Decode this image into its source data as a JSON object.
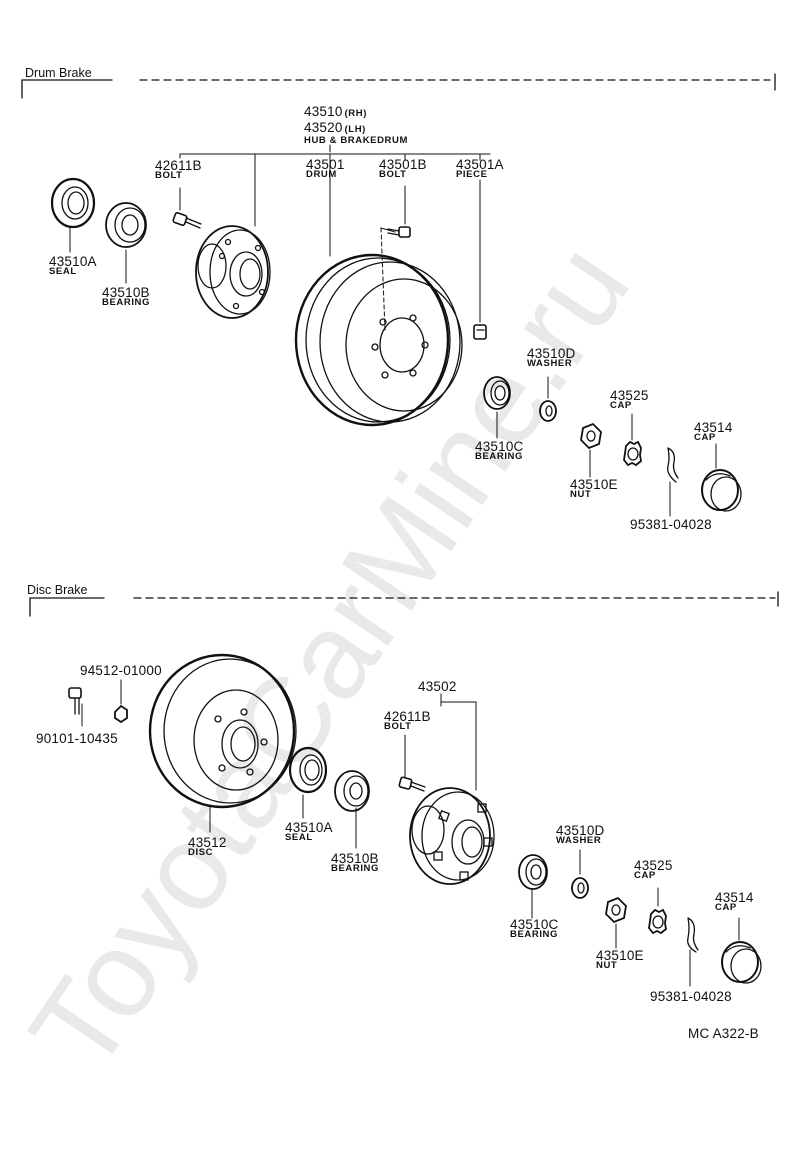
{
  "drum_section": {
    "title": "Drum Brake",
    "hub_group": {
      "rh": "43510",
      "rh_tag": "(RH)",
      "lh": "43520",
      "lh_tag": "(LH)",
      "name": "HUB & BRAKEDRUM"
    },
    "parts": [
      {
        "key": "bolt_42611b",
        "num": "42611B",
        "name": "BOLT"
      },
      {
        "key": "drum",
        "num": "43501",
        "name": "DRUM"
      },
      {
        "key": "bolt_43501b",
        "num": "43501B",
        "name": "BOLT"
      },
      {
        "key": "piece",
        "num": "43501A",
        "name": "PIECE"
      },
      {
        "key": "seal",
        "num": "43510A",
        "name": "SEAL"
      },
      {
        "key": "bearing_b",
        "num": "43510B",
        "name": "BEARING"
      },
      {
        "key": "washer",
        "num": "43510D",
        "name": "WASHER"
      },
      {
        "key": "cap_43525",
        "num": "43525",
        "name": "CAP"
      },
      {
        "key": "cap_43514",
        "num": "43514",
        "name": "CAP"
      },
      {
        "key": "bearing_c",
        "num": "43510C",
        "name": "BEARING"
      },
      {
        "key": "nut",
        "num": "43510E",
        "name": "NUT"
      },
      {
        "key": "pin",
        "num": "95381-04028",
        "name": ""
      }
    ]
  },
  "disc_section": {
    "title": "Disc Brake",
    "parts": [
      {
        "key": "washer_94512",
        "num": "94512-01000",
        "name": ""
      },
      {
        "key": "bolt_90101",
        "num": "90101-10435",
        "name": ""
      },
      {
        "key": "hub",
        "num": "43502",
        "name": ""
      },
      {
        "key": "bolt_42611b",
        "num": "42611B",
        "name": "BOLT"
      },
      {
        "key": "disc",
        "num": "43512",
        "name": "DISC"
      },
      {
        "key": "seal",
        "num": "43510A",
        "name": "SEAL"
      },
      {
        "key": "bearing_b",
        "num": "43510B",
        "name": "BEARING"
      },
      {
        "key": "washer",
        "num": "43510D",
        "name": "WASHER"
      },
      {
        "key": "cap_43525",
        "num": "43525",
        "name": "CAP"
      },
      {
        "key": "cap_43514",
        "num": "43514",
        "name": "CAP"
      },
      {
        "key": "bearing_c",
        "num": "43510C",
        "name": "BEARING"
      },
      {
        "key": "nut",
        "num": "43510E",
        "name": "NUT"
      },
      {
        "key": "pin",
        "num": "95381-04028",
        "name": ""
      }
    ]
  },
  "figure_code": "MC A322-B",
  "watermark": "ToyotaCarMine.ru",
  "colors": {
    "ink": "#111111",
    "watermark": "#e9e9e9"
  }
}
